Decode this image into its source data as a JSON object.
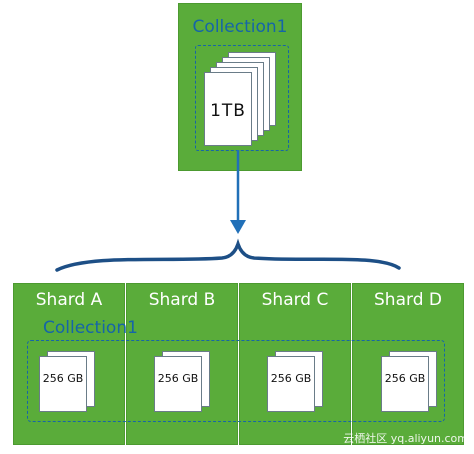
{
  "top": {
    "collection_label": "Collection1",
    "size_label": "1TB"
  },
  "bottom": {
    "collection_label": "Collection1"
  },
  "shards": [
    {
      "name": "Shard A",
      "size": "256 GB"
    },
    {
      "name": "Shard B",
      "size": "256 GB"
    },
    {
      "name": "Shard C",
      "size": "256 GB"
    },
    {
      "name": "Shard D",
      "size": "256 GB"
    }
  ],
  "watermark": "云栖社区 yq.aliyun.com",
  "colors": {
    "box_green": "#5aac3a",
    "accent_blue": "#1565a8",
    "arrow_blue": "#2170b8",
    "brace_blue": "#1d4f86"
  }
}
